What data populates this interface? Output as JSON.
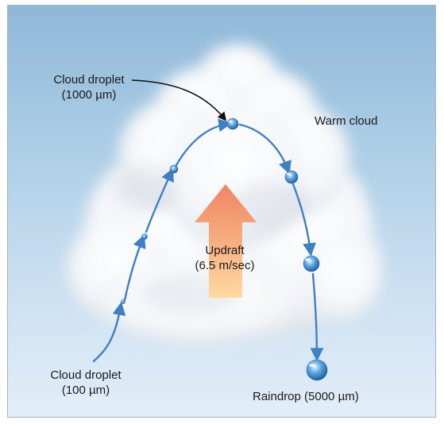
{
  "diagram": {
    "labels": {
      "top_droplet": {
        "line1": "Cloud droplet",
        "line2": "(1000 µm)"
      },
      "bottom_droplet": {
        "line1": "Cloud droplet",
        "line2": "(100 µm)"
      },
      "warm_cloud": "Warm cloud",
      "updraft": {
        "line1": "Updraft",
        "line2": "(6.5 m/sec)"
      },
      "raindrop": "Raindrop (5000 µm)"
    },
    "colors": {
      "path_arrow": "#3f7fc4",
      "updraft_arrow_top": "#f07a55",
      "updraft_arrow_bottom": "#ffd79a",
      "droplet": "#5fa9e6",
      "leader_line": "#111111"
    }
  }
}
